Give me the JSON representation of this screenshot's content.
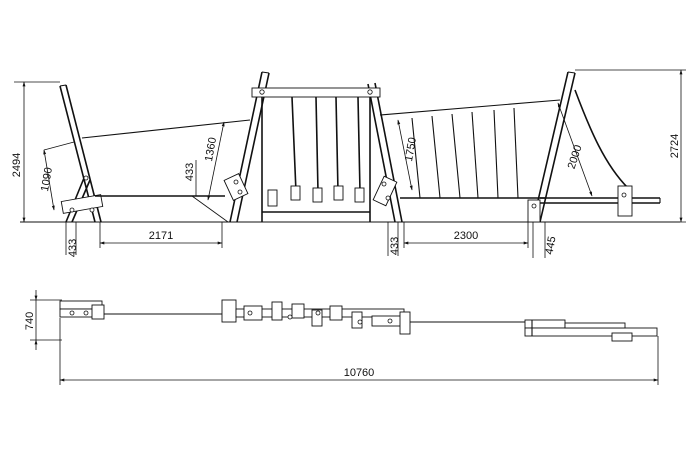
{
  "drawing": {
    "elevation_dimensions": {
      "left_overall_height": "2494",
      "left_brace_height": "1090",
      "left_footing": "433",
      "left_span": "2171",
      "center_left_height": "1360",
      "center_left_small": "433",
      "center_right_height": "1750",
      "center_right_footing": "433",
      "right_span": "2300",
      "right_height": "2000",
      "right_footing": "445",
      "right_overall_height": "2724"
    },
    "plan_dimensions": {
      "depth": "740",
      "total_length": "10760"
    }
  },
  "colors": {
    "line": "#111111",
    "background": "#ffffff"
  }
}
